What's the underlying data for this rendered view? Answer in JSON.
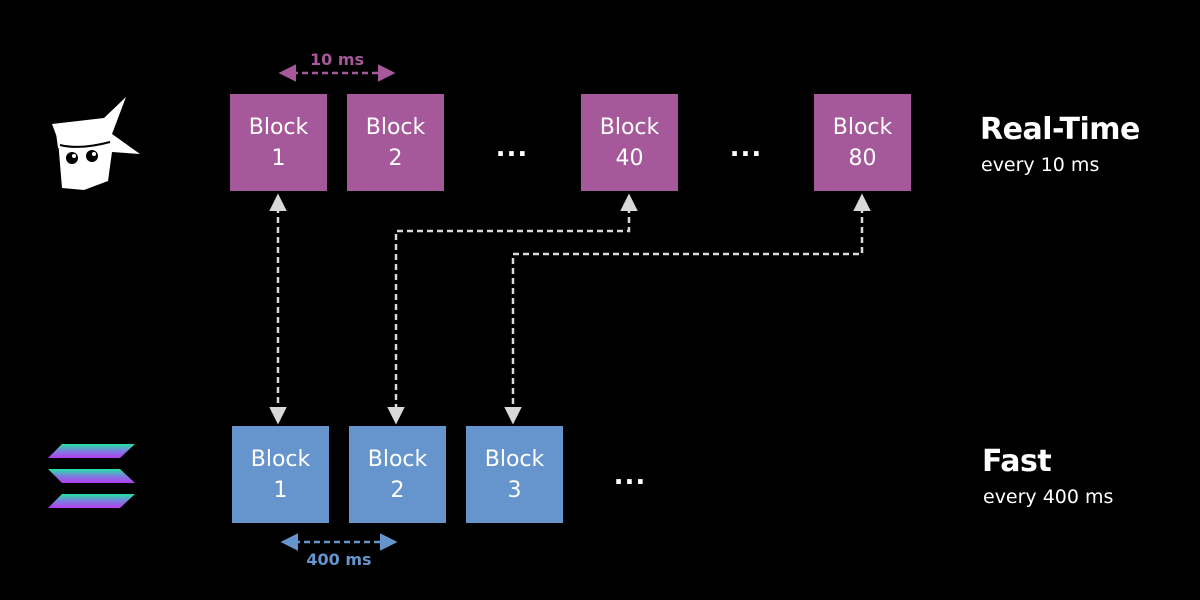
{
  "realtime": {
    "title": "Real-Time",
    "subtitle": "every 10 ms",
    "color": "#a5589a",
    "blocks": [
      {
        "word": "Block",
        "num": "1"
      },
      {
        "word": "Block",
        "num": "2"
      },
      {
        "word": "Block",
        "num": "40"
      },
      {
        "word": "Block",
        "num": "80"
      }
    ],
    "interval_label": "10 ms",
    "ellipsis": "..."
  },
  "fast": {
    "title": "Fast",
    "subtitle": "every 400 ms",
    "color": "#6595cc",
    "blocks": [
      {
        "word": "Block",
        "num": "1"
      },
      {
        "word": "Block",
        "num": "2"
      },
      {
        "word": "Block",
        "num": "3"
      }
    ],
    "interval_label": "400 ms",
    "ellipsis": "..."
  },
  "icons": {
    "top": "wizard-hat-logo-icon",
    "bottom": "solana-logo-icon"
  }
}
